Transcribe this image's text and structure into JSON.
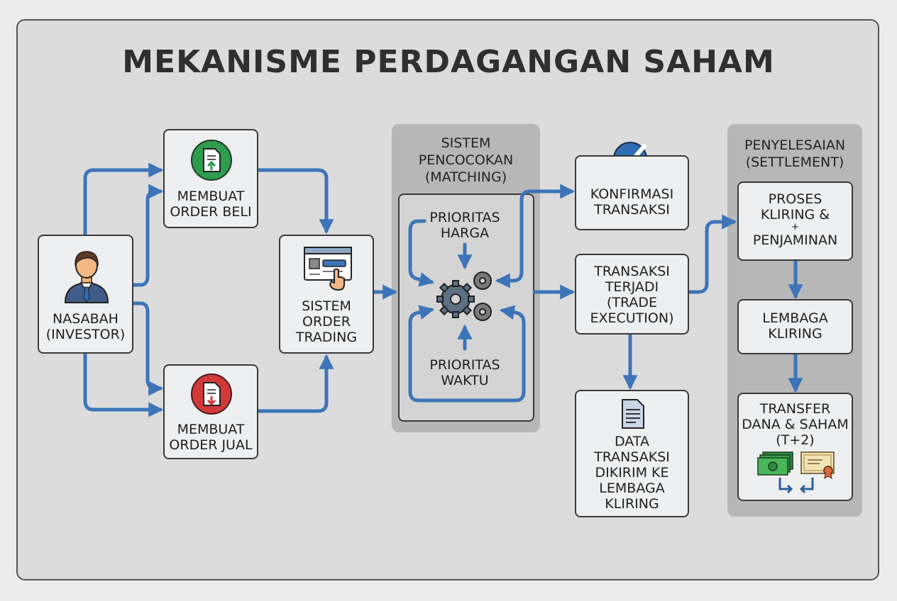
{
  "title": "MEKANISME PERDAGANGAN SAHAM",
  "nasabah": [
    "NASABAH",
    "(INVESTOR)"
  ],
  "order_beli": [
    "MEMBUAT",
    "ORDER BELI"
  ],
  "order_jual": [
    "MEMBUAT",
    "ORDER JUAL"
  ],
  "sistem_order": [
    "SISTEM",
    "ORDER",
    "TRADING"
  ],
  "matching": {
    "title": [
      "SISTEM",
      "PENCOCOKAN",
      "(MATCHING)"
    ],
    "prioritas_harga": [
      "PRIORITAS",
      "HARGA"
    ],
    "prioritas_waktu": [
      "PRIORITAS",
      "WAKTU"
    ]
  },
  "konfirmasi": [
    "KONFIRMASI",
    "TRANSAKSI"
  ],
  "transaksi_terjadi": [
    "TRANSAKSI",
    "TERJADI",
    "(TRADE",
    "EXECUTION)"
  ],
  "data_transaksi": [
    "DATA",
    "TRANSAKSI",
    "DIKIRIM KE",
    "LEMBAGA",
    "KLIRING"
  ],
  "settlement": {
    "title": [
      "PENYELESAIAN",
      "(SETTLEMENT)"
    ],
    "proses": [
      "PROSES",
      "KLIRING &",
      "+",
      "PENJAMINAN"
    ],
    "lembaga": [
      "LEMBAGA",
      "KLIRING"
    ],
    "transfer": [
      "TRANSFER",
      "DANA & SAHAM",
      "(T+2)"
    ]
  },
  "colors": {
    "arrow": "#3d74b8",
    "green": "#2e9b4e",
    "red": "#d23a3a",
    "blue": "#2f6db5"
  }
}
